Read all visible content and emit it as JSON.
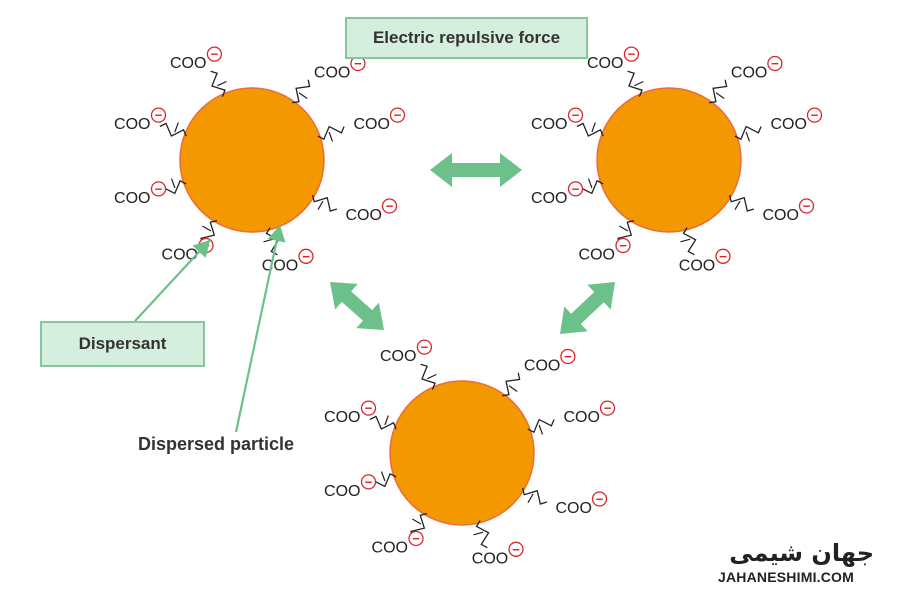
{
  "labels": {
    "electric_repulsive_force": "Electric repulsive force",
    "dispersant": "Dispersant",
    "dispersed_particle": "Dispersed particle"
  },
  "group_label": "COO",
  "charge_symbol": "−",
  "watermark": {
    "persian": "جهان شیمی",
    "latin": "JAHANESHIMI.COM"
  },
  "colors": {
    "particle_fill": "#f39800",
    "particle_outline": "#ea6d3a",
    "arrow_fill": "#6cc08a",
    "label_box_fill": "#d6eedd",
    "label_box_border": "#86c79b",
    "charge_circle": "#d9262b"
  },
  "particles_count": 3
}
